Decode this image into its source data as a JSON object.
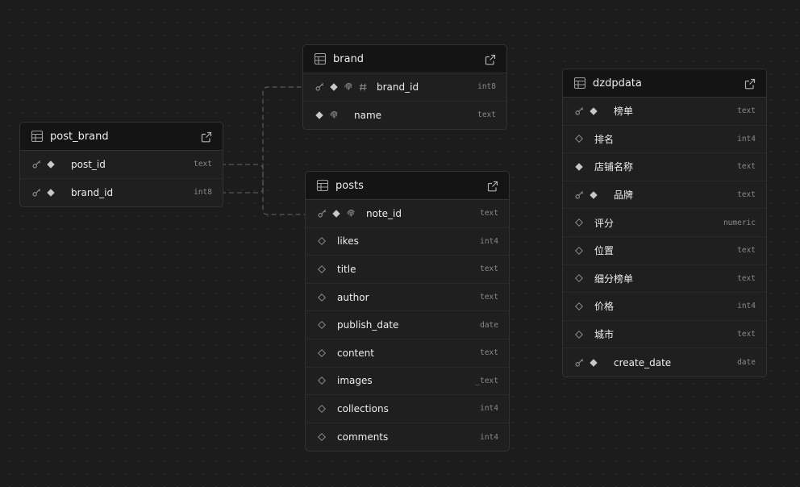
{
  "tables": {
    "post_brand": {
      "name": "post_brand",
      "columns": [
        {
          "name": "post_id",
          "type": "text",
          "pk": true,
          "nn": true
        },
        {
          "name": "brand_id",
          "type": "int8",
          "pk": true,
          "nn": true
        }
      ]
    },
    "brand": {
      "name": "brand",
      "columns": [
        {
          "name": "brand_id",
          "type": "int8",
          "pk": true,
          "nn": true,
          "unique": true,
          "identity": true
        },
        {
          "name": "name",
          "type": "text",
          "nn": true,
          "unique": true
        }
      ]
    },
    "posts": {
      "name": "posts",
      "columns": [
        {
          "name": "note_id",
          "type": "text",
          "pk": true,
          "nn": true,
          "unique": true
        },
        {
          "name": "likes",
          "type": "int4"
        },
        {
          "name": "title",
          "type": "text"
        },
        {
          "name": "author",
          "type": "text"
        },
        {
          "name": "publish_date",
          "type": "date"
        },
        {
          "name": "content",
          "type": "text"
        },
        {
          "name": "images",
          "type": "_text"
        },
        {
          "name": "collections",
          "type": "int4"
        },
        {
          "name": "comments",
          "type": "int4"
        }
      ]
    },
    "dzdpdata": {
      "name": "dzdpdata",
      "columns": [
        {
          "name": "榜单",
          "type": "text",
          "pk": true,
          "nn": true
        },
        {
          "name": "排名",
          "type": "int4"
        },
        {
          "name": "店铺名称",
          "type": "text",
          "nn": true
        },
        {
          "name": "品牌",
          "type": "text",
          "pk": true,
          "nn": true
        },
        {
          "name": "评分",
          "type": "numeric"
        },
        {
          "name": "位置",
          "type": "text"
        },
        {
          "name": "细分榜单",
          "type": "text"
        },
        {
          "name": "价格",
          "type": "int4"
        },
        {
          "name": "城市",
          "type": "text"
        },
        {
          "name": "create_date",
          "type": "date",
          "pk": true,
          "nn": true
        }
      ]
    }
  },
  "colors": {
    "background": "#1c1c1c",
    "header": "#141414",
    "body": "#1f1f1f",
    "border": "#323232",
    "text": "#ededed",
    "type_text": "#8a8a8a",
    "link": "#5a5a5a"
  },
  "icons": {
    "table": "table-icon",
    "open": "external-link-icon",
    "primary_key": "key-icon",
    "not_null": "filled-diamond-icon",
    "nullable": "outline-diamond-icon",
    "unique": "fingerprint-icon",
    "identity": "hash-icon"
  }
}
